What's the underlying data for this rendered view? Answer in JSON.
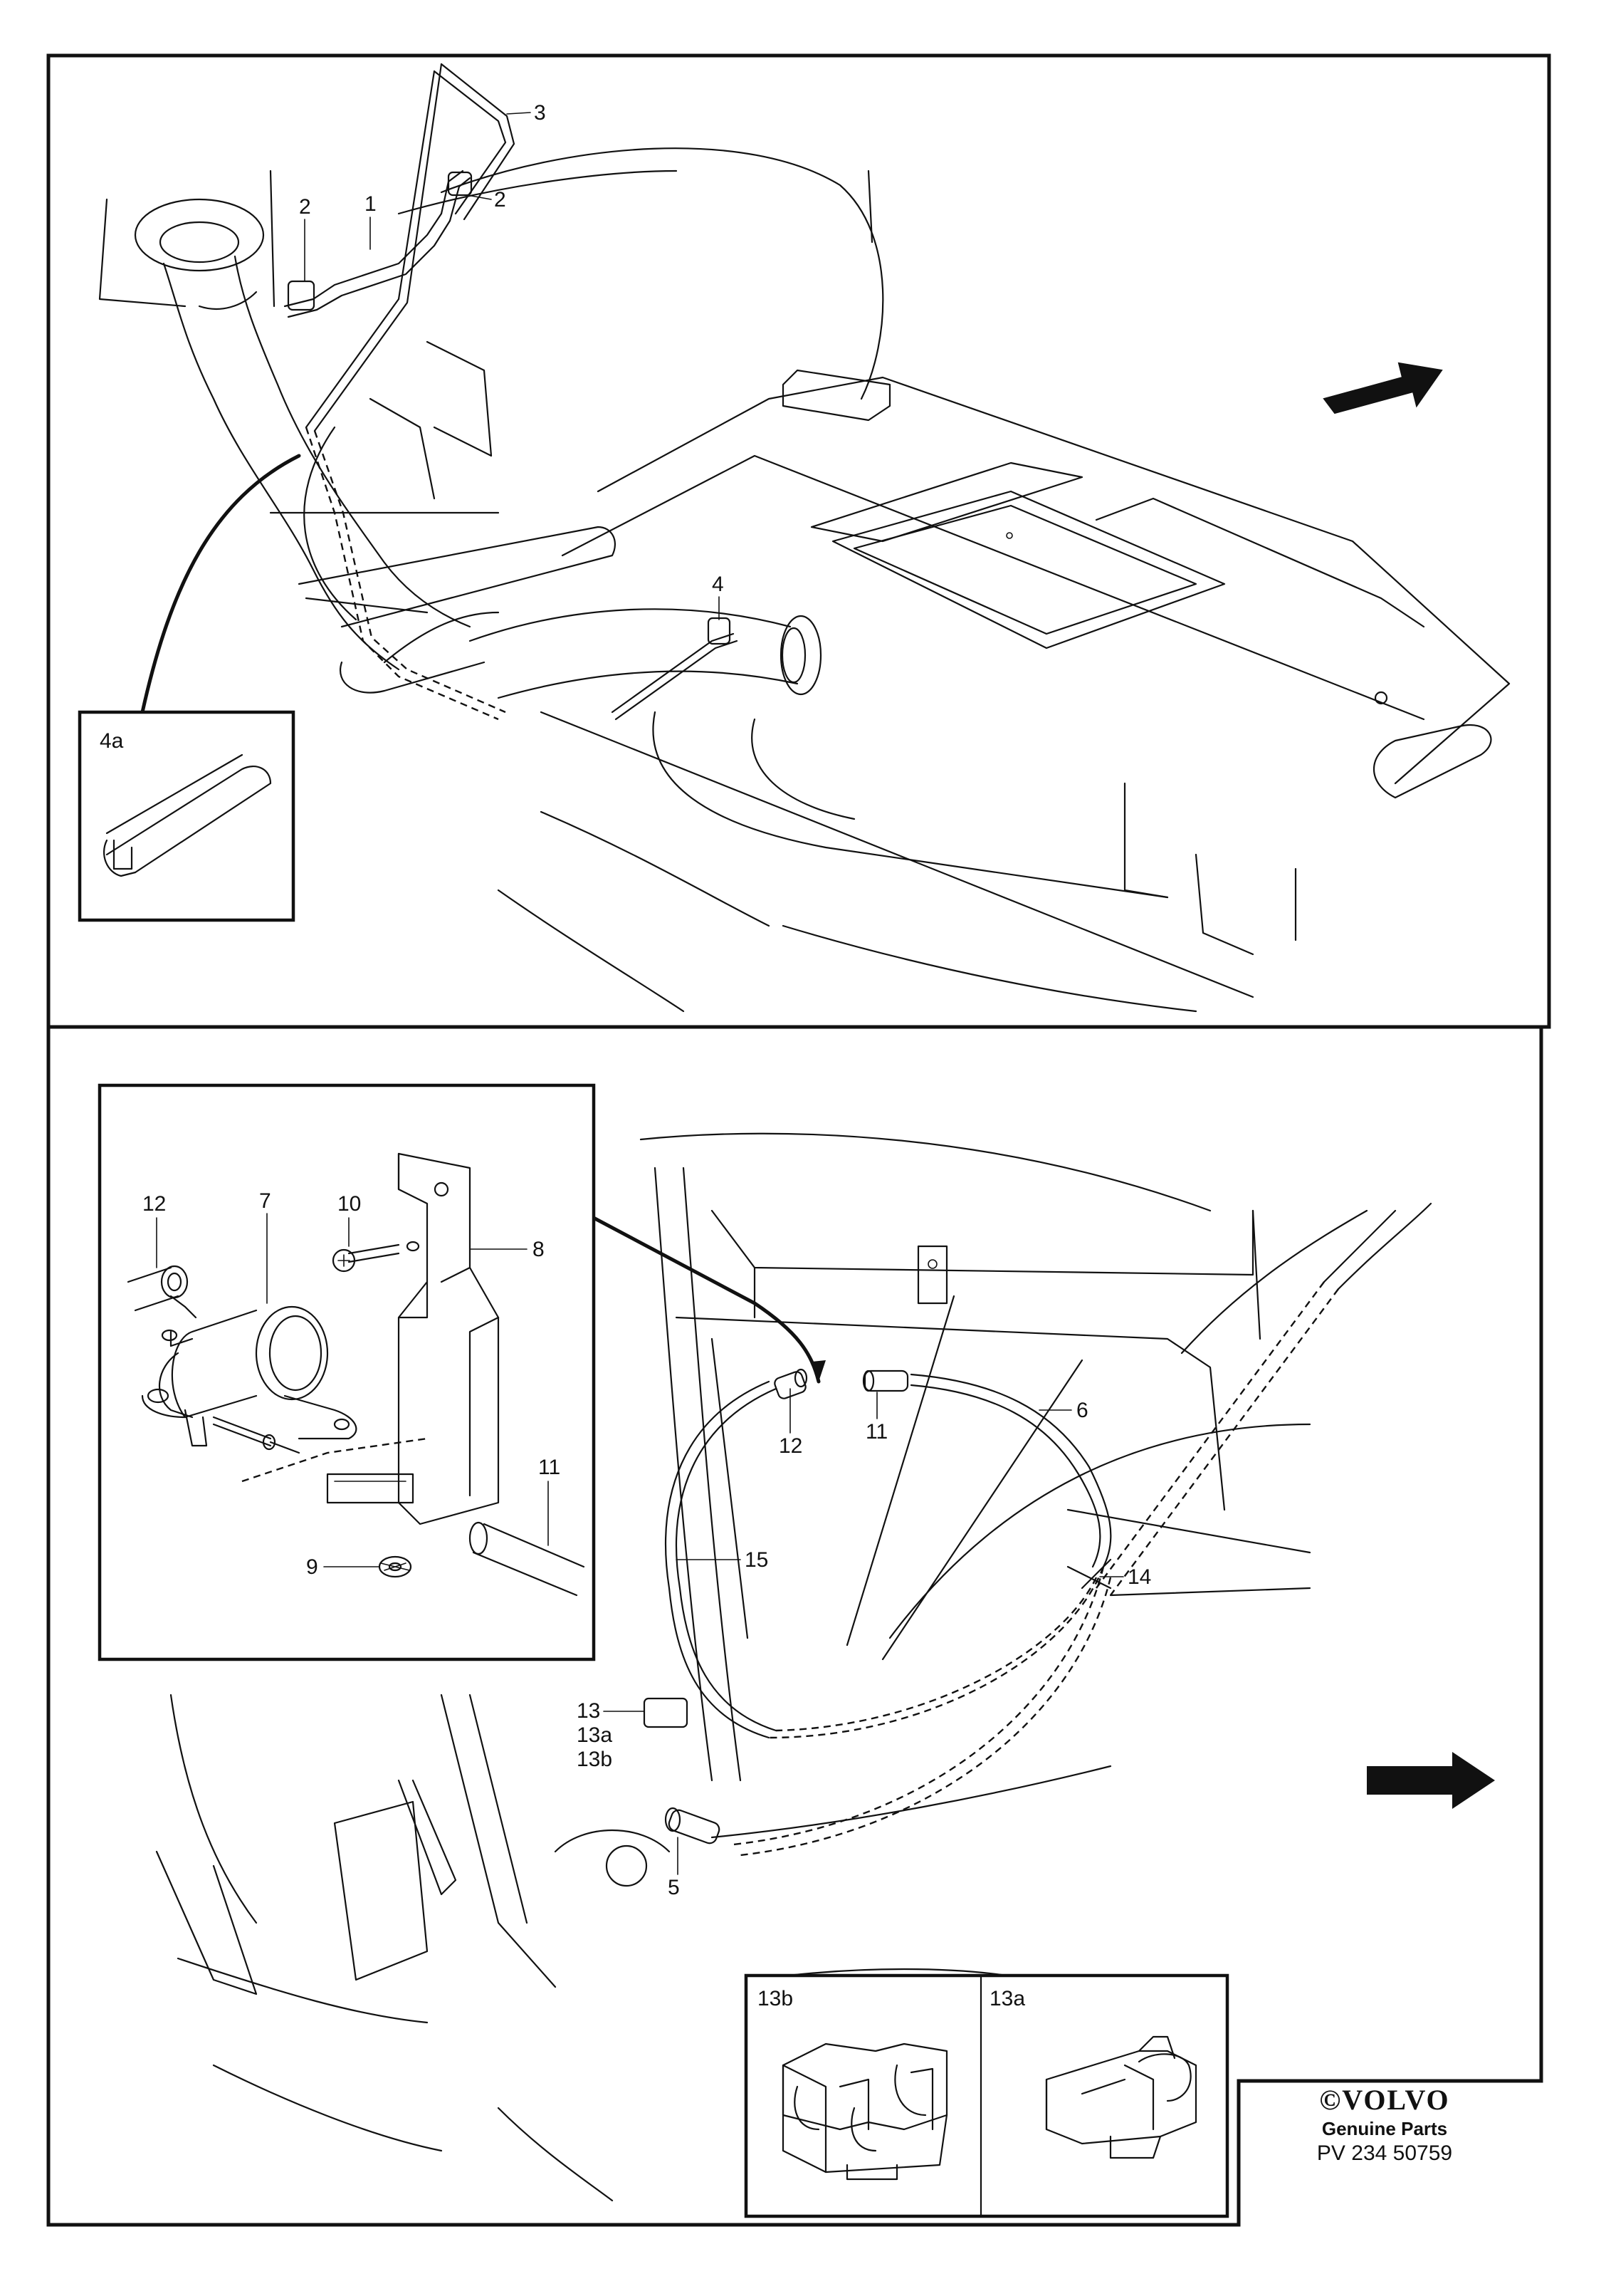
{
  "labels": {
    "top": {
      "l1": "1",
      "l2a": "2",
      "l2b": "2",
      "l3": "3",
      "l4": "4",
      "l4a": "4a"
    },
    "bottom": {
      "l12": "12",
      "l7": "7",
      "l10": "10",
      "l8": "8",
      "l11a": "11",
      "l9": "9",
      "l12b": "12",
      "l11b": "11",
      "l6": "6",
      "l15": "15",
      "l14": "14",
      "l13": "13",
      "l13a": "13a",
      "l13b": "13b",
      "l5": "5",
      "inset13b": "13b",
      "inset13a": "13a"
    }
  },
  "brand": {
    "copyright": "©",
    "name": "VOLVO",
    "subtitle": "Genuine Parts",
    "ref": "PV 234  50759"
  },
  "arrows": {
    "top_direction": "up-right",
    "bottom_direction": "right"
  }
}
